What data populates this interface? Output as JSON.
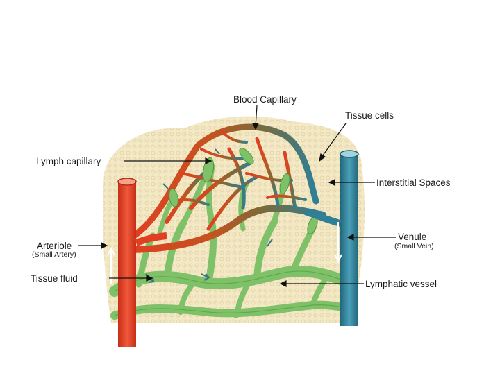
{
  "labels": {
    "blood_capillary": "Blood Capillary",
    "tissue_cells": "Tissue cells",
    "lymph_capillary": "Lymph capillary",
    "interstitial_spaces": "Interstitial Spaces",
    "arteriole": "Arteriole",
    "arteriole_sub": "(Small Artery)",
    "venule": "Venule",
    "venule_sub": "(Small Vein)",
    "tissue_fluid": "Tissue fluid",
    "lymphatic_vessel": "Lymphatic vessel"
  },
  "colors": {
    "tissue": "#f4e9c6",
    "cell_dots": "#e3d3a2",
    "arteriole": "#e23e22",
    "venule": "#2f7f96",
    "lymph": "#7fc168",
    "lymph_dark": "#4e9a3c",
    "arrow_flow": "#3d6e8a",
    "pointer": "#111111"
  }
}
